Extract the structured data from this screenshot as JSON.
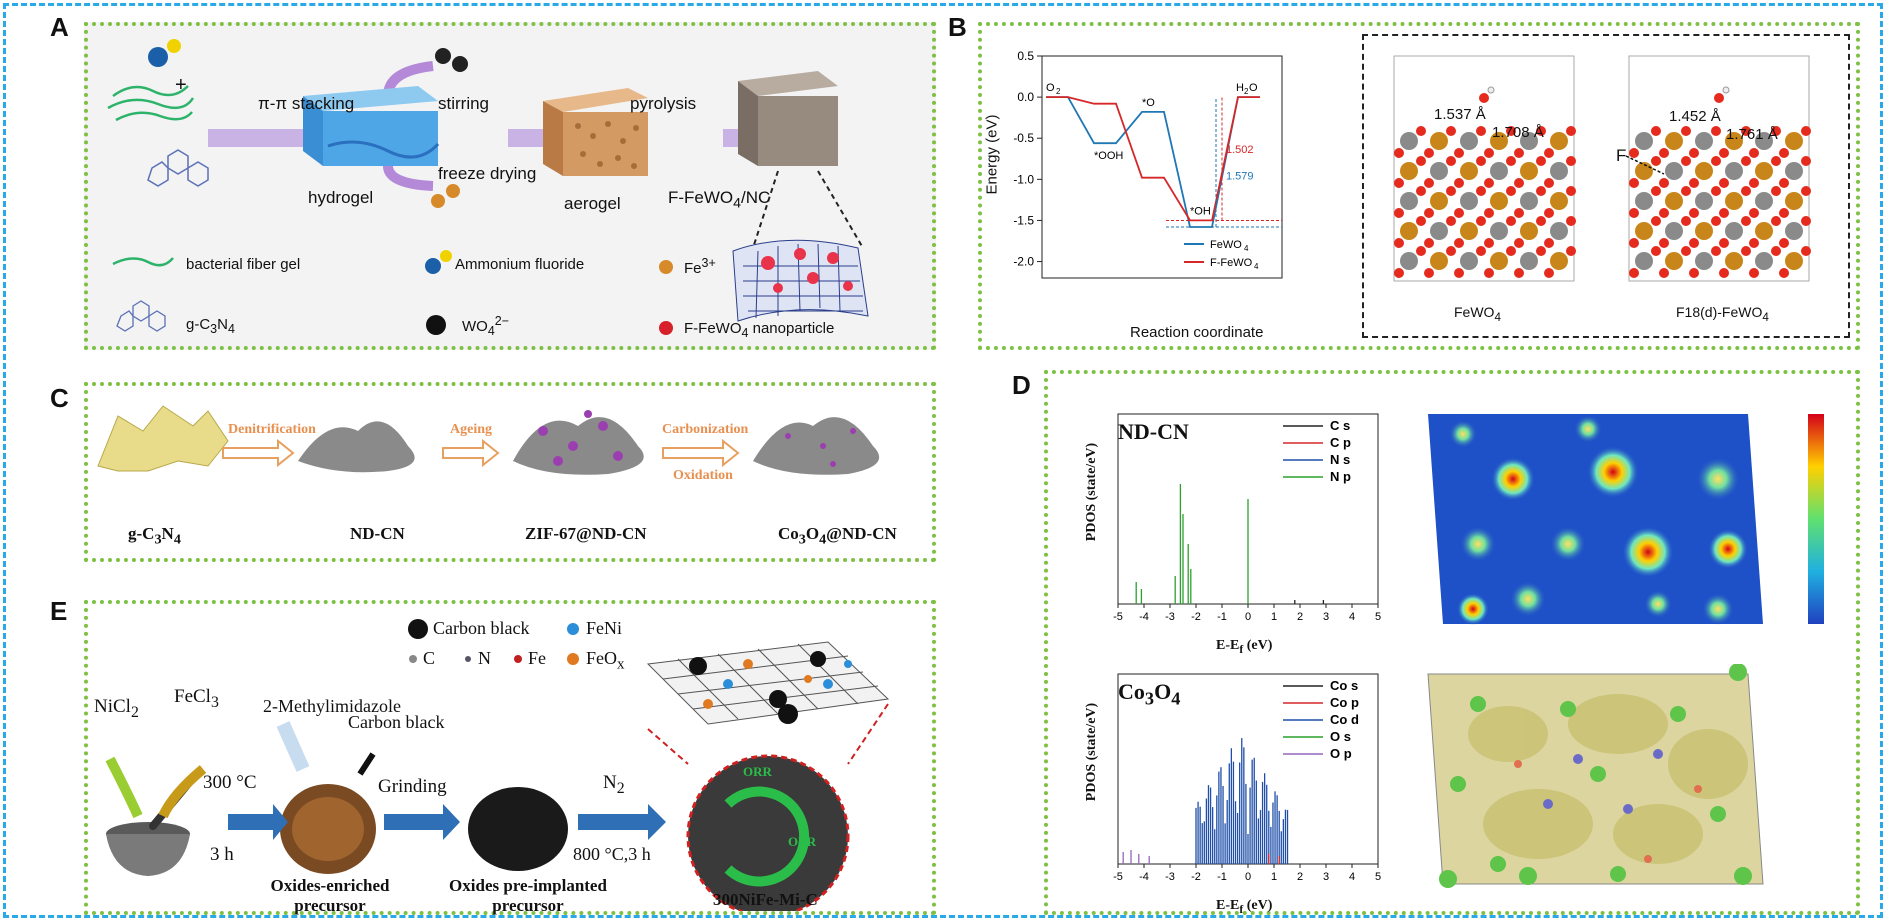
{
  "colors": {
    "outer_border": "#2aa9e8",
    "panel_border": "#7cc142",
    "arrow_purple": "#b99ad8",
    "arrow_blue": "#2f6fb5",
    "fewo4_blue": "#1f77b4",
    "f_fewo4_red": "#d62728"
  },
  "letters": {
    "a": "A",
    "b": "B",
    "c": "C",
    "d": "D",
    "e": "E"
  },
  "panel_a": {
    "pi_stacking": "π-π stacking",
    "stirring": "stirring",
    "freeze_drying": "freeze drying",
    "pyrolysis": "pyrolysis",
    "hydrogel": "hydrogel",
    "aerogel": "aerogel",
    "product": "F-FeWO",
    "product_sub": "4",
    "product_tail": "/NC",
    "plus": "+",
    "legend": {
      "fiber": "bacterial fiber gel",
      "ammonium": "Ammonium fluoride",
      "fe": "Fe",
      "fe_sup": "3+",
      "g_c3n4": "g-C",
      "g_c3n4_sub1": "3",
      "g_c3n4_mid": "N",
      "g_c3n4_sub2": "4",
      "wo4": "WO",
      "wo4_sub": "4",
      "wo4_sup": "2−",
      "nano": "F-FeWO",
      "nano_sub": "4",
      "nano_tail": " nanoparticle"
    }
  },
  "panel_b": {
    "ylabel": "Energy (eV)",
    "xlabel": "Reaction coordinate",
    "yticks": [
      "0.5",
      "0.0",
      "-0.5",
      "-1.0",
      "-1.5",
      "-2.0"
    ],
    "states": {
      "o2": "O",
      "o2_sub": "2",
      "ooh": "*OOH",
      "o": "*O",
      "oh": "*OH",
      "h2o": "H",
      "h2o_sub": "2",
      "h2o_tail": "O"
    },
    "gap_red": "1.502",
    "gap_blue": "1.579",
    "legend_fewo4": "FeWO",
    "legend_fewo4_sub": "4",
    "legend_ffewo4": "F-FeWO",
    "legend_ffewo4_sub": "4",
    "struct_left_label": "FeWO",
    "struct_left_sub": "4",
    "struct_right_label": "F18(d)-FeWO",
    "struct_right_sub": "4",
    "bond1": "1.537 Å",
    "bond2": "1.708 Å",
    "bond3": "1.452 Å",
    "bond4": "1.761 Å",
    "f_label": "F"
  },
  "chart_data": {
    "type": "line",
    "title": "",
    "xlabel": "Reaction coordinate",
    "ylabel": "Energy (eV)",
    "ylim": [
      -2.2,
      0.5
    ],
    "categories": [
      "O2",
      "*OOH",
      "*O",
      "*OH",
      "H2O"
    ],
    "series": [
      {
        "name": "FeWO4",
        "values": [
          0.0,
          -0.56,
          -0.18,
          -1.58,
          0.0
        ]
      },
      {
        "name": "F-FeWO4",
        "values": [
          0.0,
          -0.08,
          -0.98,
          -1.5,
          0.0
        ]
      }
    ]
  },
  "panel_c": {
    "steps": [
      "Denitrification",
      "Ageing",
      "Carbonization",
      "Oxidation"
    ],
    "labels": [
      "g-C",
      "ND-CN",
      "ZIF-67@ND-CN",
      "Co",
      "@ND-CN"
    ],
    "g_sub1": "3",
    "g_mid": "N",
    "g_sub2": "4",
    "co_sub1": "3",
    "co_mid": "O",
    "co_sub2": "4"
  },
  "panel_d": {
    "top_title": "ND-CN",
    "top_ylabel": "PDOS (state/eV)",
    "top_xlabel": "E-E",
    "top_xlabel_sub": "f",
    "top_xlabel_tail": " (eV)",
    "top_legend": [
      "C s",
      "C p",
      "N s",
      "N p"
    ],
    "bottom_title": "Co",
    "bottom_title_sub1": "3",
    "bottom_title_mid": "O",
    "bottom_title_sub2": "4",
    "bottom_ylabel": "PDOS (state/eV)",
    "bottom_legend": [
      "Co s",
      "Co p",
      "Co d",
      "O s",
      "O p"
    ],
    "xticks": [
      "-5",
      "-4",
      "-3",
      "-2",
      "-1",
      "0",
      "1",
      "2",
      "3",
      "4",
      "5"
    ]
  },
  "panel_e": {
    "legend_carbon": "Carbon black",
    "legend_feni": "FeNi",
    "legend_c": "C",
    "legend_n": "N",
    "legend_fe": "Fe",
    "legend_feox": "FeO",
    "legend_feox_sub": "x",
    "nicl2": "NiCl",
    "nicl2_sub": "2",
    "fecl3": "FeCl",
    "fecl3_sub": "3",
    "methylimidazole": "2-Methylimidazole",
    "carbon_black": "Carbon black",
    "temp1": "300 °C",
    "time1": "3 h",
    "grinding": "Grinding",
    "n2": "N",
    "n2_sub": "2",
    "temp2": "800 °C,3 h",
    "oxides_enriched_1": "Oxides-enriched",
    "oxides_enriched_2": "precursor",
    "oxides_pre_1": "Oxides pre-implanted",
    "oxides_pre_2": "precursor",
    "final": "300NiFe-Mi-C",
    "orr": "ORR",
    "oer": "OER"
  }
}
